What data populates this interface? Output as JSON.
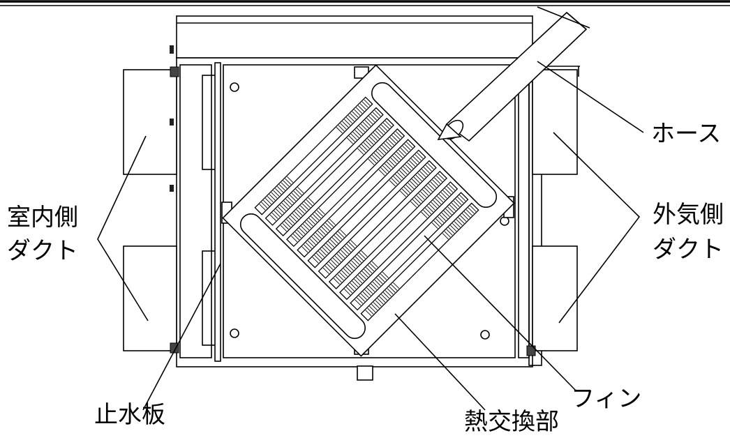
{
  "labels": {
    "hose": "ホース",
    "indoor_duct_line1": "室内側",
    "indoor_duct_line2": "ダクト",
    "outdoor_duct_line1": "外気側",
    "outdoor_duct_line2": "ダクト",
    "water_stop_plate": "止水板",
    "heat_exchanger": "熱交換部",
    "fin": "フィン"
  }
}
